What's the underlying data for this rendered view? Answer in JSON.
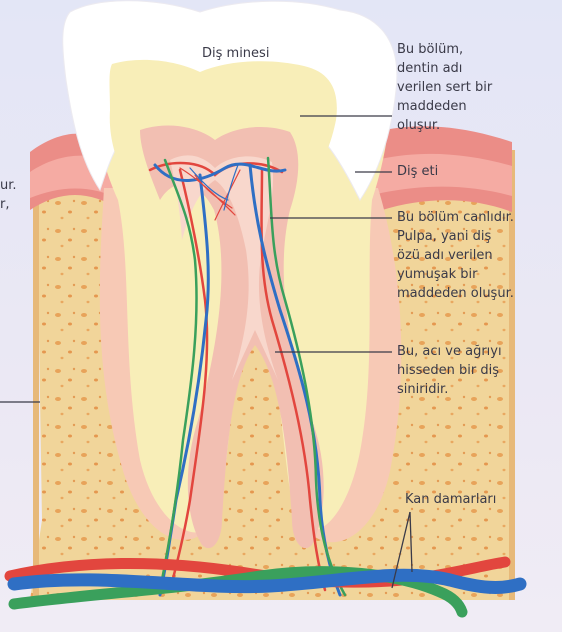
{
  "labels": {
    "enamel": "Diş minesi",
    "dentin": [
      "Bu bölüm,",
      "dentin adı",
      "verilen sert bir",
      "maddeden",
      "oluşur."
    ],
    "gum": "Diş eti",
    "pulp": [
      "Bu bölüm canlıdır.",
      "Pulpa, yani diş",
      "özü adı verilen",
      "yumuşak bir",
      "maddeden oluşur."
    ],
    "nerve": [
      "Bu, acı ve ağrıyı",
      "hisseden bir diş",
      "siniridir."
    ],
    "blood_vessels": "Kan damarları",
    "cut_left": [
      "ur.",
      "r,"
    ]
  },
  "colors": {
    "enamel": "#ffffff",
    "dentin": "#f8eeb8",
    "pulp": "#f2bfb2",
    "gum": "#eb8d87",
    "bone": "#f1d59a",
    "artery": "#e2463e",
    "vein": "#2f6fc4",
    "nerve": "#3aa05c"
  }
}
